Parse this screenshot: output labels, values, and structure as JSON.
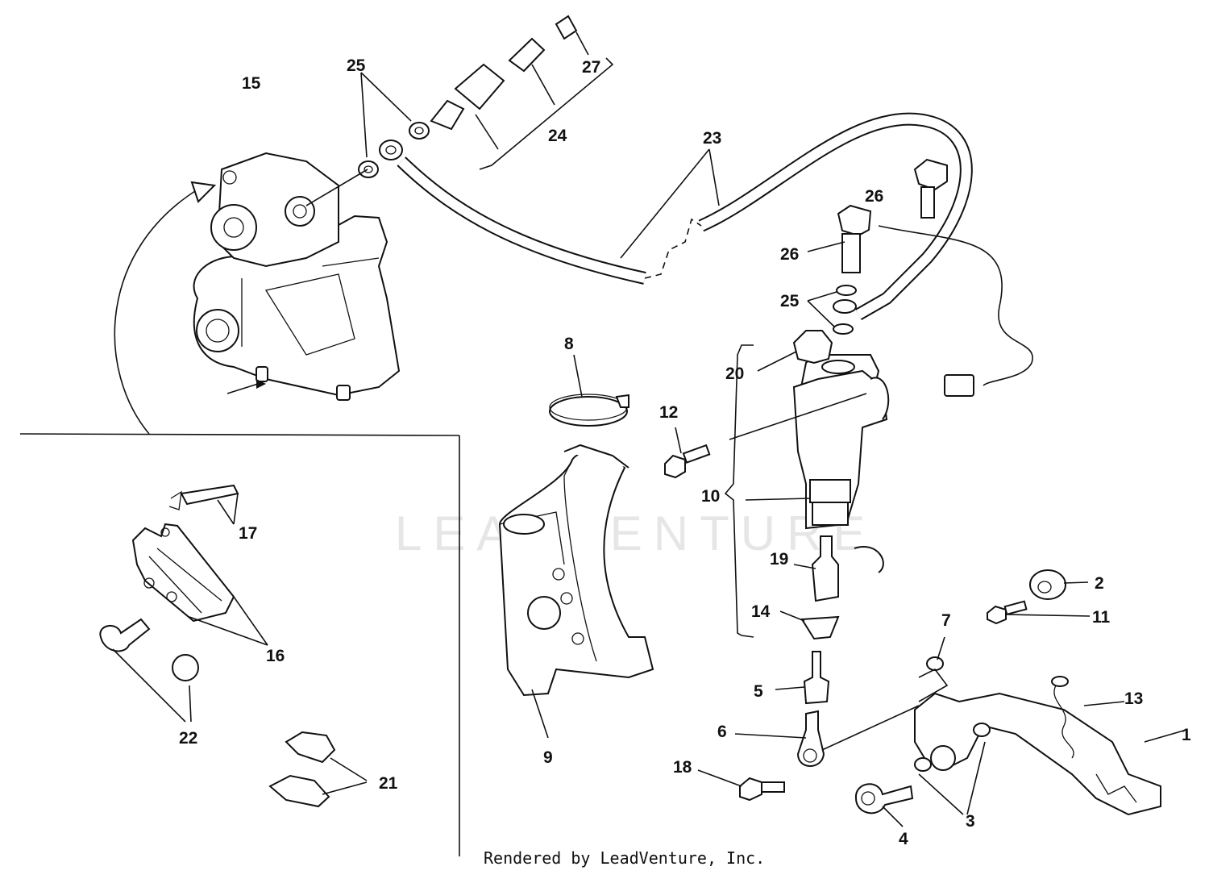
{
  "watermark": "LEADVENTURE",
  "footer": "Rendered by LeadVenture, Inc.",
  "callouts": [
    "1",
    "2",
    "3",
    "4",
    "5",
    "6",
    "7",
    "8",
    "9",
    "10",
    "11",
    "12",
    "13",
    "14",
    "15",
    "16",
    "17",
    "18",
    "19",
    "20",
    "21",
    "22",
    "23",
    "24",
    "25",
    "25",
    "26",
    "26",
    "27"
  ]
}
